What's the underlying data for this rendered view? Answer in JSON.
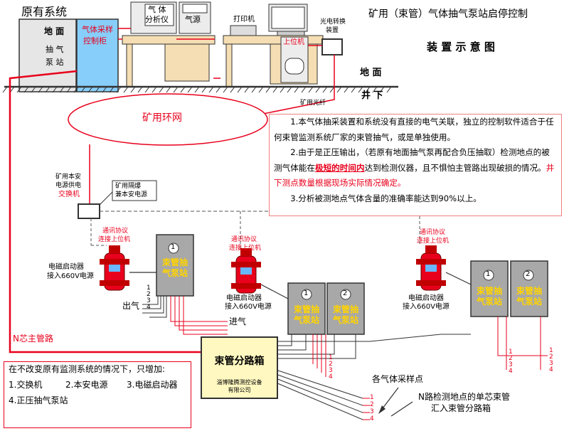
{
  "title_line1": "矿用（束管）气体抽气泵站启停控制",
  "title_line2": "装 置 示 意 图",
  "existing_system": "原有系统",
  "surface_station": {
    "line1": "地 面",
    "line2": "抽 气",
    "line3": "泵 站"
  },
  "sampling_cabinet": {
    "line1": "气体采样",
    "line2": "控制柜"
  },
  "gas_analyzer": {
    "line1": "气 体",
    "line2": "分析仪"
  },
  "power_source": "气源",
  "printer": "打印机",
  "upper_computer": "上位机",
  "optical_converter": {
    "line1": "光电转换",
    "line2": "装置"
  },
  "ground_label": "地 面",
  "underground_label": "井 下",
  "mine_fiber": "矿用光纤",
  "ring_network": "矿用环网",
  "switch_supply": {
    "line1": "矿用本安",
    "line2": "电源供电",
    "line3": "交换机"
  },
  "flameproof_power": {
    "line1": "矿用隔爆",
    "line2": "兼本安电源"
  },
  "comm_protocol": {
    "line1": "通讯协议",
    "line2": "连接上位机"
  },
  "starter_label": {
    "line1": "电磁启动器",
    "line2": "接入660V电源"
  },
  "pump_station_label": {
    "line1": "束管抽",
    "line2": "气泵站"
  },
  "pump_numbers": [
    "1",
    "2"
  ],
  "outlet": "出气",
  "inlet": "进气",
  "main_pipe": "N芯主管路",
  "splitter_box": {
    "title": "束管分路箱",
    "maker_line1": "淄博隆腾测控设备",
    "maker_line2": "有限公司"
  },
  "tube_numbers": [
    "1",
    "2",
    "3",
    "4"
  ],
  "sampling_points": "各气体采样点",
  "single_core_note": {
    "line1": "N路检测地点的单芯束管",
    "line2": "汇入束管分路箱"
  },
  "notes": {
    "p1": "1.本气体抽采装置和系统没有直接的电气关联，独立的控制软件适合于任何束管监测系统厂家的束管抽气，或是单独使用。",
    "p2_a": "2.由于是正压输出，（若原有地面抽气泵再配合负压抽取）检测地点的被测气体能在",
    "p2_b": "极短的时间内",
    "p2_c": "达到检测仪器，且不惧怕主管路出现破损的情况。",
    "p2_d": "井下测点数量根据现场实际情况确定。",
    "p3": "3.分析被测地点气体含量的准确率能达到90%以上。"
  },
  "additions": {
    "heading": "在不改变原有监测系统的情况下，只增加:",
    "item1": "1.交换机",
    "item2": "2.本安电源",
    "item3": "3.电磁启动器",
    "item4": "4.正压抽气泵站"
  },
  "colors": {
    "accent_red": "#e8001c",
    "cabinet_gray": "#a8a8a8",
    "title_yellow": "#ffd400",
    "cabinet_blue": "#87cefa"
  }
}
